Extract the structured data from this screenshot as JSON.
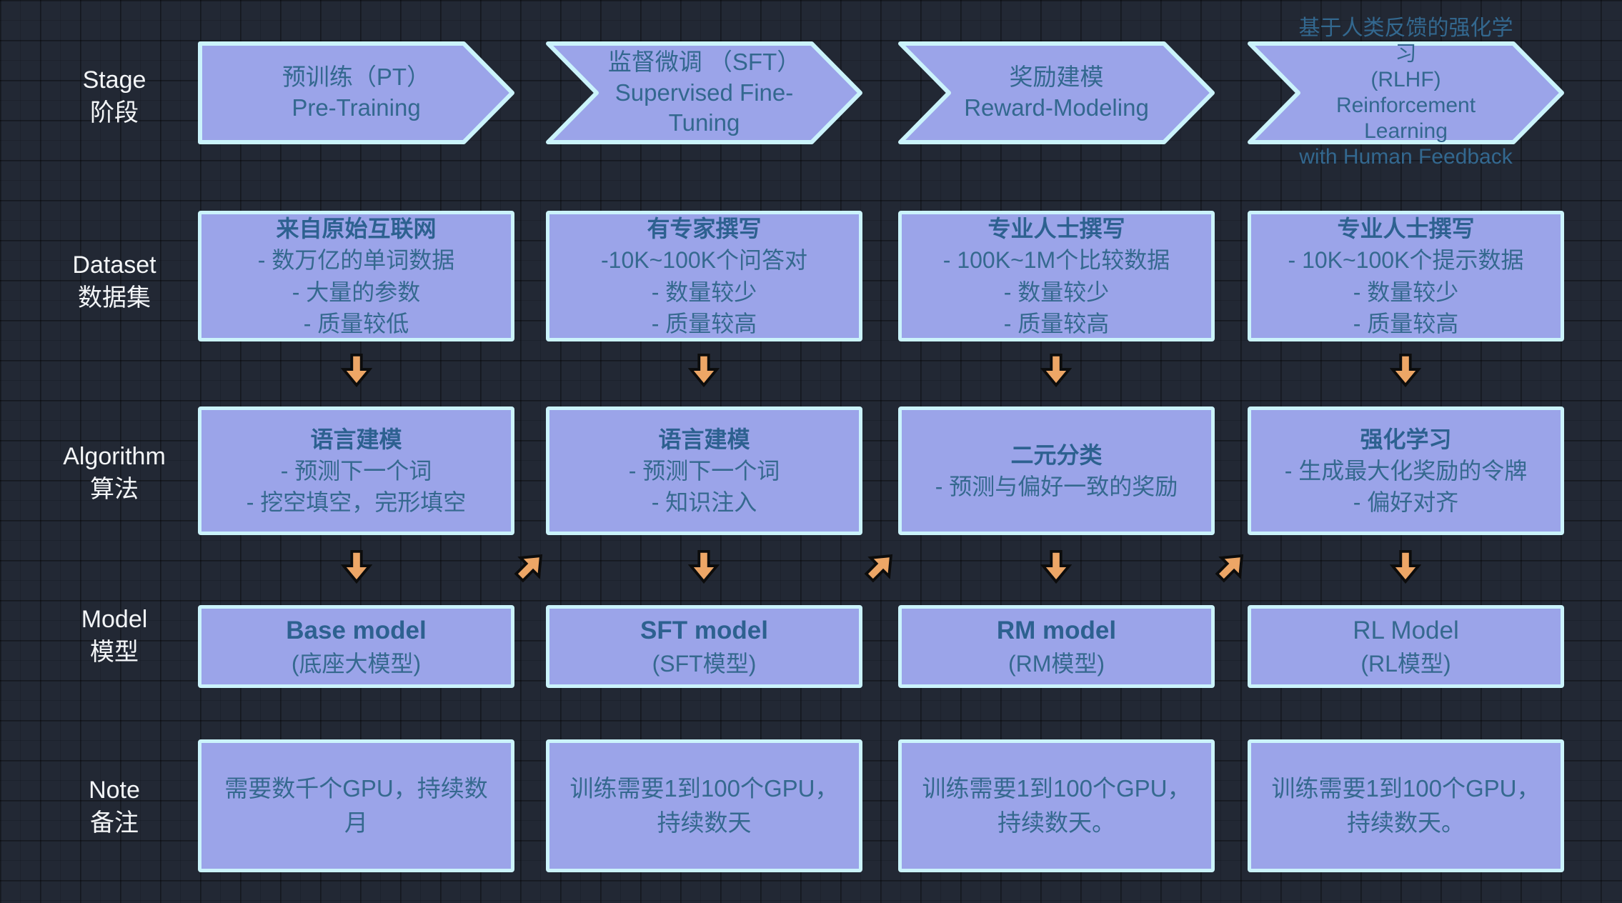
{
  "palette": {
    "background": "#222834",
    "box_fill": "#9ba4e9",
    "box_border": "#cbf3fb",
    "box_text": "#35698f",
    "box_title_text": "#2d6190",
    "row_label_text": "#f3f5f7",
    "arrow_fill": "#eda666",
    "arrow_outline": "#0c0c0c"
  },
  "row_labels": [
    {
      "en": "Stage",
      "zh": "阶段"
    },
    {
      "en": "Dataset",
      "zh": "数据集"
    },
    {
      "en": "Algorithm",
      "zh": "算法"
    },
    {
      "en": "Model",
      "zh": "模型"
    },
    {
      "en": "Note",
      "zh": "备注"
    }
  ],
  "icons": {
    "down_arrow": "down-arrow-icon",
    "up_right_arrow": "up-right-arrow-icon"
  },
  "columns": [
    {
      "stage_lines": [
        "预训练（PT）",
        "Pre-Training"
      ],
      "dataset": {
        "title": "来自原始互联网",
        "items": [
          "- 数万亿的单词数据",
          "- 大量的参数",
          "- 质量较低"
        ]
      },
      "algorithm": {
        "title": "语言建模",
        "items": [
          "- 预测下一个词",
          "- 挖空填空，完形填空"
        ]
      },
      "model": {
        "name": "Base model",
        "alias": "(底座大模型)"
      },
      "note": "需要数千个GPU，持续数月"
    },
    {
      "stage_lines": [
        "监督微调 （SFT）",
        "Supervised Fine-Tuning"
      ],
      "dataset": {
        "title": "有专家撰写",
        "items": [
          "-10K~100K个问答对",
          "- 数量较少",
          "- 质量较高"
        ]
      },
      "algorithm": {
        "title": "语言建模",
        "items": [
          "- 预测下一个词",
          "- 知识注入"
        ]
      },
      "model": {
        "name": "SFT model",
        "alias": "(SFT模型)"
      },
      "note": "训练需要1到100个GPU，持续数天"
    },
    {
      "stage_lines": [
        "奖励建模",
        "Reward-Modeling"
      ],
      "dataset": {
        "title": "专业人士撰写",
        "items": [
          "- 100K~1M个比较数据",
          "- 数量较少",
          "- 质量较高"
        ]
      },
      "algorithm": {
        "title": "二元分类",
        "items": [
          "- 预测与偏好一致的奖励"
        ]
      },
      "model": {
        "name": "RM model",
        "alias": "(RM模型)"
      },
      "note": "训练需要1到100个GPU，持续数天。"
    },
    {
      "stage_lines": [
        "基于人类反馈的强化学习",
        "(RLHF)",
        "Reinforcement Learning",
        "with Human Feedback"
      ],
      "dataset": {
        "title": "专业人士撰写",
        "items": [
          "- 10K~100K个提示数据",
          "- 数量较少",
          "- 质量较高"
        ]
      },
      "algorithm": {
        "title": "强化学习",
        "items": [
          "- 生成最大化奖励的令牌",
          "- 偏好对齐"
        ]
      },
      "model": {
        "name": "RL Model",
        "alias": "(RL模型)"
      },
      "note": "训练需要1到100个GPU，持续数天。"
    }
  ]
}
